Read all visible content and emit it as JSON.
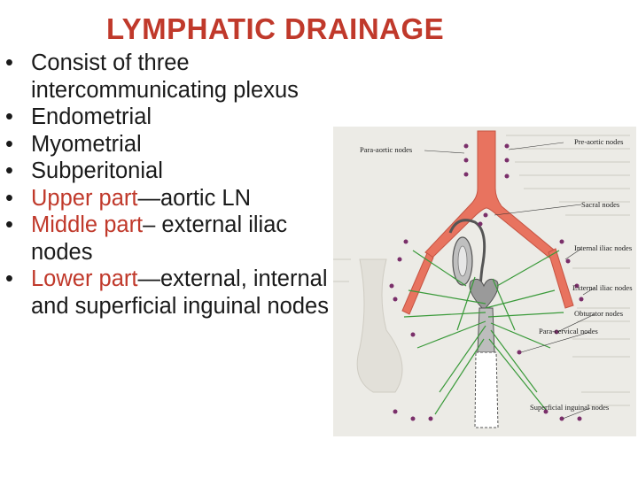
{
  "slide": {
    "title": "LYMPHATIC DRAINAGE",
    "bullets": [
      {
        "prefix": "",
        "text": "Consist of three intercommunicating plexus"
      },
      {
        "prefix": "",
        "text": "Endometrial"
      },
      {
        "prefix": "",
        "text": "Myometrial"
      },
      {
        "prefix": "",
        "text": "Subperitonial"
      },
      {
        "prefix": "Upper part",
        "text": "—aortic LN"
      },
      {
        "prefix": "Middle part",
        "text": "– external iliac nodes"
      },
      {
        "prefix": "Lower part",
        "text": "—external, internal and superficial inguinal nodes"
      }
    ]
  },
  "figure": {
    "labels": {
      "para_aortic": "Para-aortic nodes",
      "pre_aortic": "Pre-aortic nodes",
      "sacral": "Sacral nodes",
      "internal_iliac": "Internal iliac nodes",
      "external_iliac": "External iliac nodes",
      "obturator": "Obturator nodes",
      "para_cervical": "Para-cervical nodes",
      "superficial_inguinal": "Superficial inguinal nodes"
    },
    "colors": {
      "artery": "#e8735f",
      "lymph": "#3a9a3a",
      "node": "#7a2f6a",
      "title": "#c0392b"
    }
  }
}
